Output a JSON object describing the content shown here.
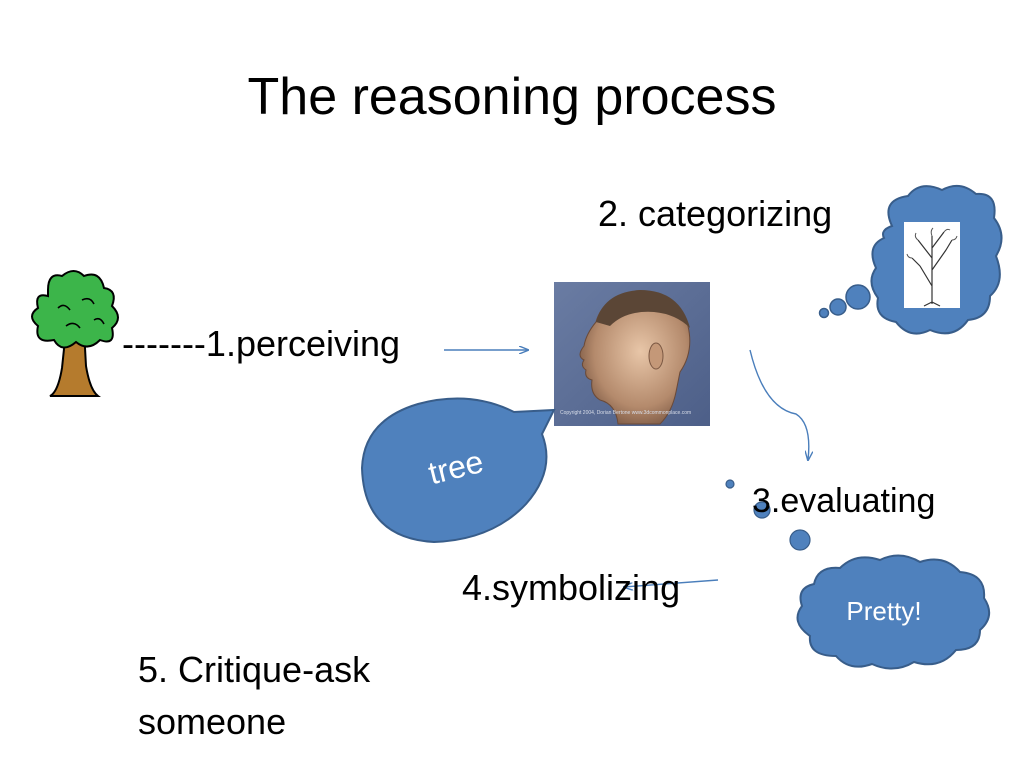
{
  "slide": {
    "title": "The reasoning process",
    "steps": {
      "perceiving": "-------1.perceiving",
      "categorizing": "2. categorizing",
      "evaluating": "3.evaluating",
      "symbolizing": "4.symbolizing",
      "critique_line1": "5. Critique-ask",
      "critique_line2": "someone"
    },
    "speech_bubble_text": "tree",
    "thought_bubble_text": "Pretty!",
    "head_caption": "Copyright 2004, Dorian Bertone www.3dcommonplace.com",
    "colors": {
      "bubble_fill": "#4f81bd",
      "bubble_stroke": "#385d8a",
      "arrow": "#4a7ebb",
      "tree_leaf": "#3cb54a",
      "tree_trunk": "#b57b2d",
      "head_bg": "#5a6d94"
    },
    "icons": [
      "tree-icon",
      "head-image",
      "sapling-sketch-icon"
    ]
  }
}
